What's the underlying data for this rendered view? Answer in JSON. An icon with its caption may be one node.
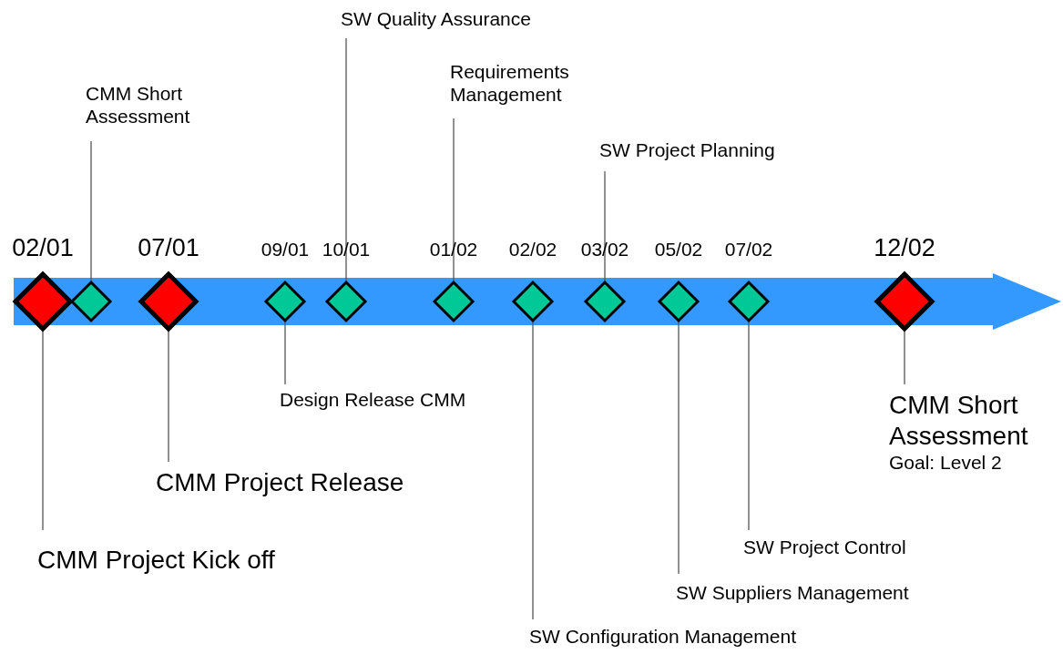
{
  "diagram": {
    "nodes": [
      {
        "text": [],
        "shape": "diamond",
        "beside": [
          "02/01"
        ]
      },
      {
        "text": [],
        "shape": "diamond"
      },
      {
        "text": [],
        "shape": "diamond",
        "beside": [
          "07/01"
        ]
      },
      {
        "text": [],
        "shape": "diamond",
        "beside": [
          "09/01"
        ]
      },
      {
        "text": [],
        "shape": "diamond",
        "beside": [
          "10/01"
        ]
      },
      {
        "text": [],
        "shape": "diamond",
        "beside": [
          "01/02"
        ]
      },
      {
        "text": [],
        "shape": "diamond",
        "beside": [
          "02/02"
        ]
      },
      {
        "text": [],
        "shape": "diamond",
        "beside": [
          "03/02"
        ]
      },
      {
        "text": [],
        "shape": "diamond",
        "beside": [
          "05/02"
        ]
      },
      {
        "text": [],
        "shape": "diamond",
        "beside": [
          "07/02"
        ]
      },
      {
        "text": [],
        "shape": "diamond",
        "beside": [
          "12/02"
        ]
      },
      {
        "text": [
          "CMM Short Assessment"
        ]
      },
      {
        "text": [
          "SW Quality Assurance"
        ]
      },
      {
        "text": [
          "Requirements Management"
        ]
      },
      {
        "text": [
          "SW Project Planning"
        ]
      },
      {
        "text": [
          "CMM Project Kick off"
        ]
      },
      {
        "text": [
          "CMM Project Release"
        ]
      },
      {
        "text": [
          "Design Release CMM"
        ]
      },
      {
        "text": [
          "SW Configuration Management"
        ]
      },
      {
        "text": [
          "SW Suppliers Management"
        ]
      },
      {
        "text": [
          "SW Project Control"
        ]
      },
      {
        "text": [
          "CMM Short Assessment",
          "Goal: Level 2"
        ]
      }
    ],
    "edges": [
      {
        "from": 11,
        "to": 1,
        "arrow": "none"
      },
      {
        "from": 12,
        "to": 4,
        "arrow": "none"
      },
      {
        "from": 13,
        "to": 5,
        "arrow": "none"
      },
      {
        "from": 14,
        "to": 7,
        "arrow": "none"
      },
      {
        "from": 15,
        "to": 0,
        "arrow": "none"
      },
      {
        "from": 16,
        "to": 2,
        "arrow": "none"
      },
      {
        "from": 17,
        "to": 3,
        "arrow": "none"
      },
      {
        "from": 18,
        "to": 6,
        "arrow": "none"
      },
      {
        "from": 19,
        "to": 8,
        "arrow": "none"
      },
      {
        "from": 20,
        "to": 9,
        "arrow": "none"
      },
      {
        "from": 21,
        "to": 10,
        "arrow": "none"
      }
    ]
  }
}
